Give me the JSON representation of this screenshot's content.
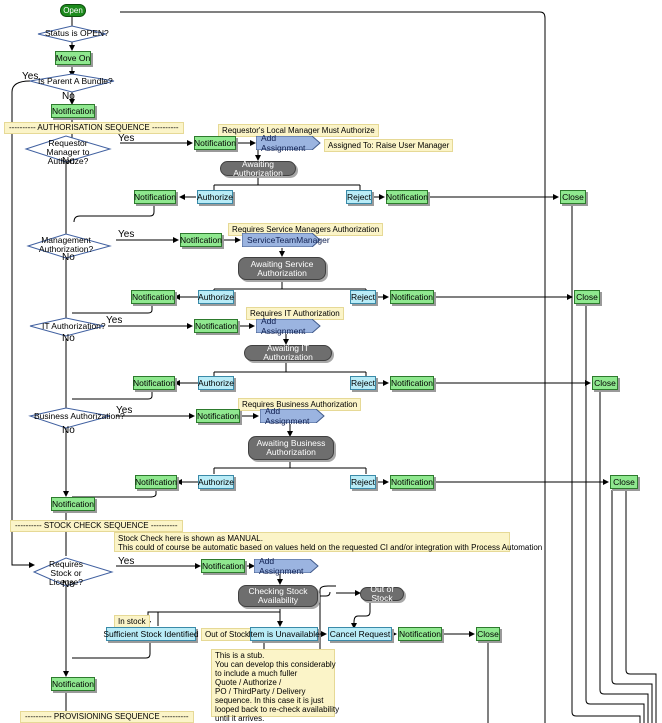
{
  "colors": {
    "action": "#8fe88f",
    "choice": "#b9ecf7",
    "wait": "#6e6e6e",
    "assign": "#9bb4e0",
    "note": "#fbf4c8"
  },
  "start": "Open",
  "decisions": {
    "status_open": "Status is OPEN?",
    "is_parent_bundle": "Is Parent A Bundle?",
    "requestor_manager": "Requestor Manager to Authorize?",
    "management": "Management Authorization?",
    "it": "IT Authorization?",
    "business": "Business Authorization?",
    "stock": "Requires Stock or License?"
  },
  "yes": "Yes",
  "no": "No",
  "move_on": "Move On",
  "notification": "Notification",
  "authorize": "Authorize",
  "reject": "Reject",
  "close": "Close",
  "add_assignment": "Add Assignment",
  "service_team_manager": "ServiceTeamManager",
  "sections": {
    "authorisation": "---------- AUTHORISATION SEQUENCE ----------",
    "stock_check": "---------- STOCK CHECK SEQUENCE ----------",
    "provisioning": "---------- PROVISIONING SEQUENCE ----------"
  },
  "notes": {
    "local_manager": "Requestor's Local Manager Must Authorize",
    "assigned_to": "Assigned To: Raise User Manager",
    "service_managers": "Requires Service Managers Authorization",
    "it_auth": "Requires IT Authorization",
    "business_auth": "Requires Business Authorization",
    "stock_manual_1": "Stock Check here is shown as MANUAL.",
    "stock_manual_2": "This could of course be automatic based on values held on the requested CI and/or integration with Process Automation",
    "in_stock": "In stock",
    "out_of_stock_label": "Out of Stock",
    "stub": [
      "This is a stub.",
      "You can develop this considerably",
      "to include a much fuller",
      "Quote / Authorize /",
      "PO / ThirdParty / Delivery",
      "sequence. In this case it is just",
      "looped back to re-check availability",
      "until it arrives."
    ]
  },
  "waits": {
    "awaiting_authorization": "Awaiting Authorization",
    "awaiting_service": "Awaiting Service Authorization",
    "awaiting_it": "Awaiting IT Authorization",
    "awaiting_business": "Awaiting Business Authorization",
    "checking_stock": "Checking Stock Availability",
    "out_of_stock": "Out of Stock"
  },
  "stock_actions": {
    "sufficient": "Sufficient Stock Identified",
    "unavailable": "Item is Unavailable",
    "cancel": "Cancel Request"
  }
}
